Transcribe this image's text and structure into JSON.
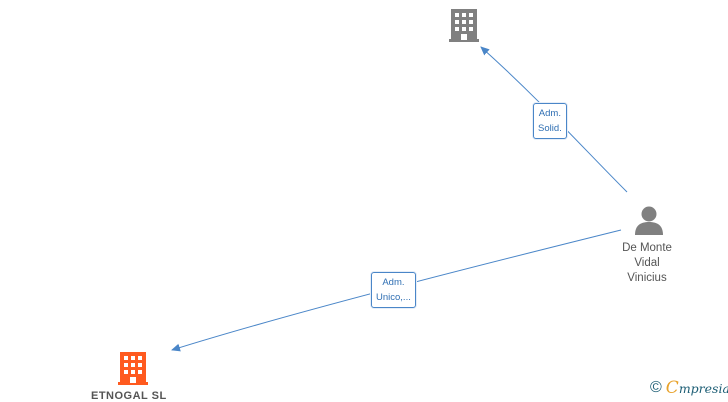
{
  "nodes": {
    "company_top": {
      "name": "",
      "icon": "building-icon",
      "color": "#808080"
    },
    "person": {
      "name_lines": [
        "De Monte",
        "Vidal",
        "Vinicius"
      ],
      "icon": "person-icon",
      "color": "#808080"
    },
    "company_bottom": {
      "name": "ETNOGAL SL",
      "icon": "building-icon",
      "color": "#ff5a1f"
    }
  },
  "edges": [
    {
      "from": "person",
      "to": "company_top",
      "label_lines": [
        "Adm.",
        "Solid."
      ]
    },
    {
      "from": "person",
      "to": "company_bottom",
      "label_lines": [
        "Adm.",
        "Unico,..."
      ]
    }
  ],
  "brand": {
    "copyright": "©",
    "e": "C",
    "rest": "mpresia"
  },
  "colors": {
    "edge": "#4a86c8",
    "label_text": "#2f6fb3"
  }
}
